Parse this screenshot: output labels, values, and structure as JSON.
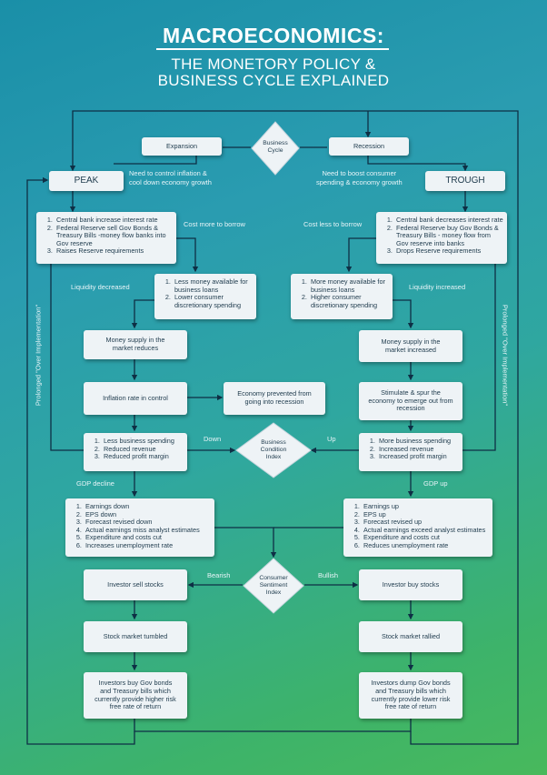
{
  "title": {
    "main": "MACROECONOMICS:",
    "line1": "THE MONETORY POLICY &",
    "line2": "BUSINESS CYCLE EXPLAINED"
  },
  "diamonds": {
    "cycle": [
      "Business",
      "Cycle"
    ],
    "condition": [
      "Business",
      "Condition",
      "Index"
    ],
    "sentiment": [
      "Consumer",
      "Sentiment",
      "Index"
    ]
  },
  "top": {
    "expansion": "Expansion",
    "recession": "Recession",
    "peak": "PEAK",
    "trough": "TROUGH"
  },
  "labels": {
    "left_need": [
      "Need to control inflation &",
      "cool down economy growth"
    ],
    "right_need": [
      "Need to boost consumer",
      "spending & economy growth"
    ],
    "cost_more": "Cost more to borrow",
    "cost_less": "Cost less to borrow",
    "liq_dec": "Liquidity decreased",
    "liq_inc": "Liquidity increased",
    "down": "Down",
    "up": "Up",
    "gdp_decline": "GDP decline",
    "gdp_up": "GDP up",
    "bearish": "Bearish",
    "bullish": "Bullish",
    "prolonged_left": "Prolonged \"Over Implementation\"",
    "prolonged_right": "Prolonged \"Over Implementation\""
  },
  "left": {
    "cb": [
      "Central bank increase interest rate",
      "Federal Reserve sell Gov Bonds & Treasury Bills -money flow banks into Gov reserve",
      "Raises Reserve requirements"
    ],
    "less": [
      "Less money available for business loans",
      "Lower consumer discretionary spending"
    ],
    "supply": "Money supply in the market reduces",
    "inflation": "Inflation rate in control",
    "spending": [
      "Less business spending",
      "Reduced revenue",
      "Reduced profit margin"
    ],
    "earnings": [
      "Earnings down",
      "EPS down",
      "Forecast revised down",
      "Actual earnings miss analyst estimates",
      "Expenditure and costs cut",
      "Increases unemployment rate"
    ],
    "sell": "Investor sell stocks",
    "tumbled": "Stock market tumbled",
    "buy_bonds": "Investors buy Gov bonds and Treasury bills which currently provide higher risk free rate of return"
  },
  "center": {
    "prevented": "Economy prevented from going into recession"
  },
  "right": {
    "cb": [
      "Central bank decreases interest rate",
      "Federal Reserve buy Gov Bonds & Treasury Bills - money flow from Gov reserve into banks",
      "Drops Reserve requirements"
    ],
    "more": [
      "More money available for business loans",
      "Higher consumer discretionary spending"
    ],
    "supply": "Money supply in the market increased",
    "stimulate": "Stimulate & spur the economy to emerge out from recession",
    "spending": [
      "More business spending",
      "Increased revenue",
      "Increased profit margin"
    ],
    "earnings": [
      "Earnings up",
      "EPS up",
      "Forecast revised up",
      "Actual earnings exceed analyst estimates",
      "Expenditure and costs cut",
      "Reduces unemployment rate"
    ],
    "buy": "Investor buy stocks",
    "rallied": "Stock market rallied",
    "dump_bonds": "Investors dump Gov bonds and Treasury bills which currently provide lower risk free rate of return"
  }
}
